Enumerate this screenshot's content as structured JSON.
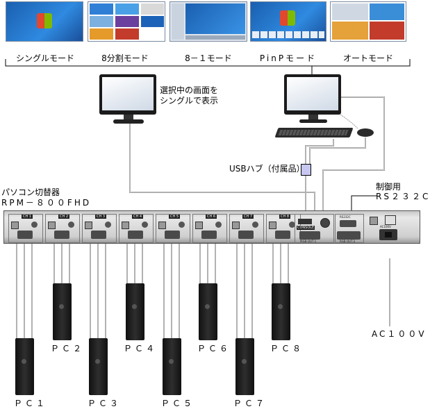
{
  "modes": [
    {
      "label": "シングルモード"
    },
    {
      "label": "8分割モード"
    },
    {
      "label": "8－１モード"
    },
    {
      "label": "PinPモード"
    },
    {
      "label": "オートモード"
    }
  ],
  "monitor_caption": "選択中の画面を\nシングルで表示",
  "usb_hub_label": "USBハブ（付属品）",
  "device": {
    "title": "パソコン切替器",
    "model": "RPM－８００FHD"
  },
  "control": {
    "label": "制御用",
    "port": "RS２３２C"
  },
  "power_label": "AC１００V",
  "channels": [
    "CH 1",
    "CH 2",
    "CH 3",
    "CH 4",
    "CH 5",
    "CH 6",
    "CH 7",
    "CH 8"
  ],
  "ports": {
    "console": "CONSOLE",
    "rgb_out1": "RGB OUT 1",
    "rgb_out2": "RGB OUT 2",
    "rs232c": "RS232C",
    "ac": "AC100V"
  },
  "pcs": [
    "ＰＣ１",
    "ＰＣ２",
    "ＰＣ３",
    "ＰＣ４",
    "ＰＣ５",
    "ＰＣ６",
    "ＰＣ７",
    "ＰＣ８"
  ]
}
